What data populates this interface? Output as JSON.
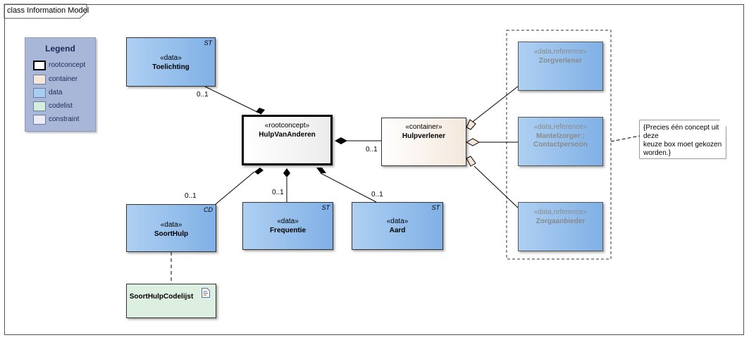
{
  "diagram": {
    "title": "class Information Model"
  },
  "legend": {
    "title": "Legend",
    "items": [
      {
        "label": "rootconcept",
        "color": "#ffffff"
      },
      {
        "label": "container",
        "color": "#f6e6d8"
      },
      {
        "label": "data",
        "color": "#a9cdf0"
      },
      {
        "label": "codelist",
        "color": "#d6eedc"
      },
      {
        "label": "constraint",
        "color": "#ececf6"
      }
    ]
  },
  "classes": {
    "toelichting": {
      "stereotype": "«data»",
      "name": "Toelichting",
      "tag": "ST"
    },
    "hulpvananderen": {
      "stereotype": "«rootconcept»",
      "name": "HulpVanAnderen"
    },
    "hulpverlener": {
      "stereotype": "«container»",
      "name": "Hulpverlener"
    },
    "zorgverlener": {
      "stereotype": "«data,reference»",
      "name": "Zorgverlener"
    },
    "mantelzorger": {
      "stereotype": "«data,reference»",
      "name": "Mantelzorger::",
      "name2": "Contactpersoon"
    },
    "zorgaanbieder": {
      "stereotype": "«data,reference»",
      "name": "Zorgaanbieder"
    },
    "soorthulp": {
      "stereotype": "«data»",
      "name": "SoortHulp",
      "tag": "CD"
    },
    "frequentie": {
      "stereotype": "«data»",
      "name": "Frequentie",
      "tag": "ST"
    },
    "aard": {
      "stereotype": "«data»",
      "name": "Aard",
      "tag": "ST"
    },
    "soorthulpcodelijst": {
      "name": "SoortHulpCodelijst"
    }
  },
  "multiplicities": {
    "toelichting": "0..1",
    "hulpverlener": "0..1",
    "soorthulp": "0..1",
    "frequentie": "0..1",
    "aard": "0..1"
  },
  "note": {
    "text": "{Precies één concept uit deze\nkeuze box moet gekozen\nworden.}"
  },
  "colors": {
    "line": "#000000",
    "choice_border": "#333333"
  }
}
